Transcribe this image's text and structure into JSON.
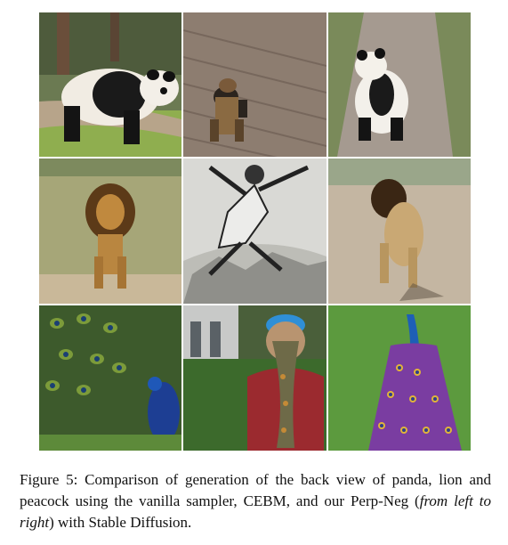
{
  "figure": {
    "label": "Figure 5:",
    "caption_part1": "Comparison of generation of the back view of panda, lion and peacock using the vanilla sampler, CEBM, and our Perp-Neg (",
    "caption_italic": "from left to right",
    "caption_part2": ") with Stable Diffusion."
  },
  "grid": {
    "rows": [
      "panda",
      "lion",
      "peacock"
    ],
    "columns": [
      "vanilla-sampler",
      "cebm",
      "perp-neg"
    ]
  }
}
